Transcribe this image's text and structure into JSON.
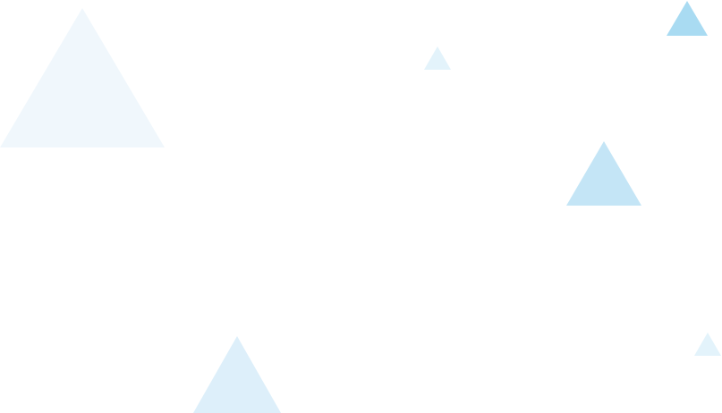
{
  "background_color": "#ffffff",
  "triangles": [
    {
      "name": "large-triangle-top-left",
      "color": "#f0f7fc"
    },
    {
      "name": "tiny-triangle-top-center",
      "color": "#e3f3fb"
    },
    {
      "name": "small-triangle-top-right",
      "color": "#a9dbf2"
    },
    {
      "name": "medium-triangle-right",
      "color": "#c4e5f6"
    },
    {
      "name": "medium-triangle-bottom-left",
      "color": "#ddeffa"
    },
    {
      "name": "tiny-triangle-bottom-right",
      "color": "#e3f3fb"
    }
  ]
}
